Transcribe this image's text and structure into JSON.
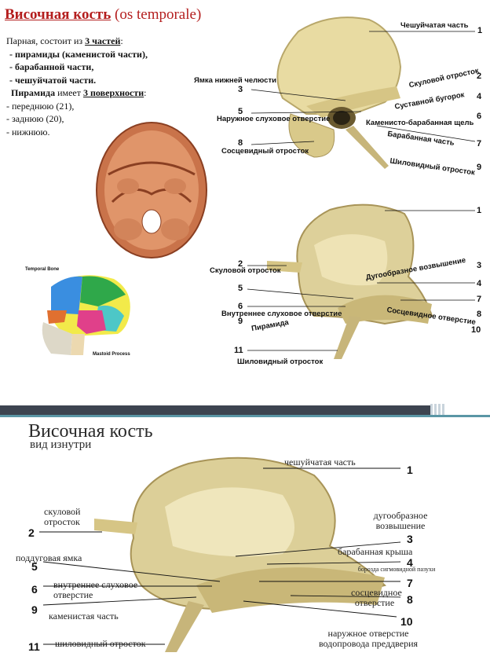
{
  "header": {
    "title_ru": "Височная кость",
    "title_lat": "(os temporale)"
  },
  "intro": {
    "line1": "Парная, состоит из",
    "parts_count": "3 частей",
    "colon": ":",
    "parts": [
      "- пирамиды (каменистой части),",
      "- барабанной части,",
      "- чешуйчатой части."
    ],
    "pyramid_word": "Пирамида",
    "has": " имеет ",
    "surfaces": "3 поверхности",
    "surfaces_list": [
      "- переднюю (21),",
      "- заднюю (20),",
      "- нижнюю."
    ]
  },
  "figure_a": {
    "labels": {
      "squama": "Чешуйчатая часть",
      "mandib_fossa": "Ямка нижней челюсти",
      "zygo": "Скуловой отросток",
      "art_tub": "Суставной бугорок",
      "ext_meatus": "Наружное слуховое отверстие",
      "petrotymp": "Каменисто-барабанная щель",
      "tymp_part": "Барабанная часть",
      "mastoid": "Сосцевидный отросток",
      "styloid": "Шиловидный отросток"
    },
    "numbers": [
      "1",
      "2",
      "3",
      "4",
      "5",
      "6",
      "7",
      "8",
      "9"
    ]
  },
  "figure_b": {
    "labels": {
      "zygo": "Скуловой отросток",
      "arcuate": "Дугообразное возвышение",
      "int_meatus": "Внутреннее слуховое отверстие",
      "pyramid": "Пирамида",
      "mast_foramen": "Сосцевидное отверстие",
      "styloid": "Шиловидный отросток"
    },
    "numbers": [
      "1",
      "2",
      "3",
      "4",
      "5",
      "6",
      "7",
      "8",
      "9",
      "10",
      "11"
    ]
  },
  "skull_label": "Temporal Bone",
  "skull_caption": "Mastoid Process",
  "slide2": {
    "title": "Височная кость",
    "subtitle": "вид изнутри",
    "labels": {
      "squama": "чешуйчатая часть",
      "zygo": "скуловой отросток",
      "arcuate": "дугообразное возвышение",
      "subarcuate": "поддуговая ямка",
      "tegmen": "барабанная крыша",
      "sigmoid": "борозда сигмовидной пазухи",
      "int_meatus": "внутреннее слуховое отверстие",
      "mast_foramen": "сосцевидное отверстие",
      "petrous": "каменистая часть",
      "vestib": "наружное отверстие водопровода преддверия",
      "styloid": "шиловидный отросток"
    },
    "numbers": [
      "1",
      "2",
      "3",
      "4",
      "5",
      "6",
      "7",
      "8",
      "9",
      "10",
      "11"
    ]
  },
  "colors": {
    "title_red": "#b41e1e",
    "bone": "#d9c98a",
    "bar": "#3d4450",
    "teal": "#5a96a5"
  }
}
